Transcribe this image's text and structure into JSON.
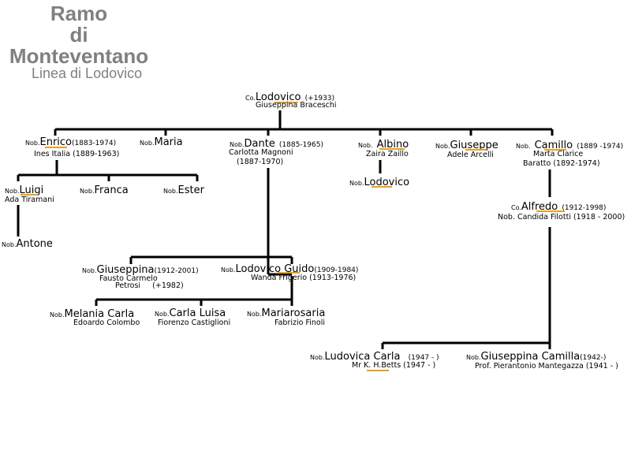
{
  "title": {
    "line1": "Ramo",
    "line2": "di",
    "line3": "Monteventano",
    "subtitle": "Linea di Lodovico"
  },
  "people": {
    "lodovico_root": {
      "title": "Co.",
      "name": "Lodovico",
      "years": "(+1933)",
      "spouse": "Giuseppina Braceschi"
    },
    "enrico": {
      "title": "Nob.",
      "name": "Enrico",
      "years": "(1883-1974)",
      "spouse_name": "Ines Italia",
      "spouse_years": "(1889-1963)"
    },
    "maria": {
      "title": "Nob.",
      "name": "Maria"
    },
    "dante": {
      "title": "Nob.",
      "name": "Dante",
      "years": "(1885-1965)",
      "spouse_line1": "Carlotta Magnoni",
      "spouse_line2": "(1887-1970)"
    },
    "albino": {
      "title": "Nob.",
      "name": "Albino",
      "spouse": "Zaira Zaillo"
    },
    "giuseppe": {
      "title": "Nob.",
      "name": "Giuseppe",
      "spouse": "Adele Arcelli"
    },
    "camillo": {
      "title": "Nob.",
      "name": "Camillo",
      "years": "(1889 -1974)",
      "spouse_line1": "Marta Clarice",
      "spouse_line2": "Baratto (1892-1974)"
    },
    "luigi": {
      "title": "Nob.",
      "name": "Luigi",
      "spouse": "Ada Tiramani"
    },
    "franca": {
      "title": "Nob.",
      "name": "Franca"
    },
    "ester": {
      "title": "Nob.",
      "name": "Ester"
    },
    "antone": {
      "title": "Nob.",
      "name": "Antone"
    },
    "lodovico_albino": {
      "title": "Nob.",
      "name": "Lodovico"
    },
    "alfredo": {
      "title": "Co.",
      "name": "Alfredo",
      "years": "(1912-1998)",
      "spouse": "Nob. Candida Filotti (1918 - 2000)"
    },
    "giuseppina": {
      "title": "Nob.",
      "name": "Giuseppina",
      "years": "(1912-2001)",
      "spouse_line1": "Fausto Carmelo",
      "spouse_line2": "Petrosi",
      "spouse_line2b": "(+1982)"
    },
    "lodovico_guido": {
      "title": "Nob.",
      "name": "Lodovico Guido",
      "years": "(1909-1984)",
      "spouse": "Wanda Frigerio (1913-1976)"
    },
    "melania": {
      "title": "Nob.",
      "name": "Melania Carla",
      "spouse": "Edoardo Colombo"
    },
    "carla_luisa": {
      "title": "Nob.",
      "name": "Carla Luisa",
      "spouse": "Fiorenzo Castiglioni"
    },
    "mariarosaria": {
      "title": "Nob.",
      "name": "Mariarosaria",
      "spouse": "Fabrizio Finoli"
    },
    "ludovica": {
      "title": "Nob.",
      "name": "Ludovica Carla",
      "years": "(1947 - )",
      "spouse_a": "Mr ",
      "spouse_b": "K. H.",
      "spouse_c": "Betts (1947 - )"
    },
    "giuseppina_camilla": {
      "title": "Nob.",
      "name": "Giuseppina Camilla",
      "years": "(1942-)",
      "spouse": "Prof. Pierantonio Mantegazza (1941 - )"
    }
  },
  "colors": {
    "title": "#808080",
    "line": "#000000",
    "underline": "#e8a020"
  }
}
